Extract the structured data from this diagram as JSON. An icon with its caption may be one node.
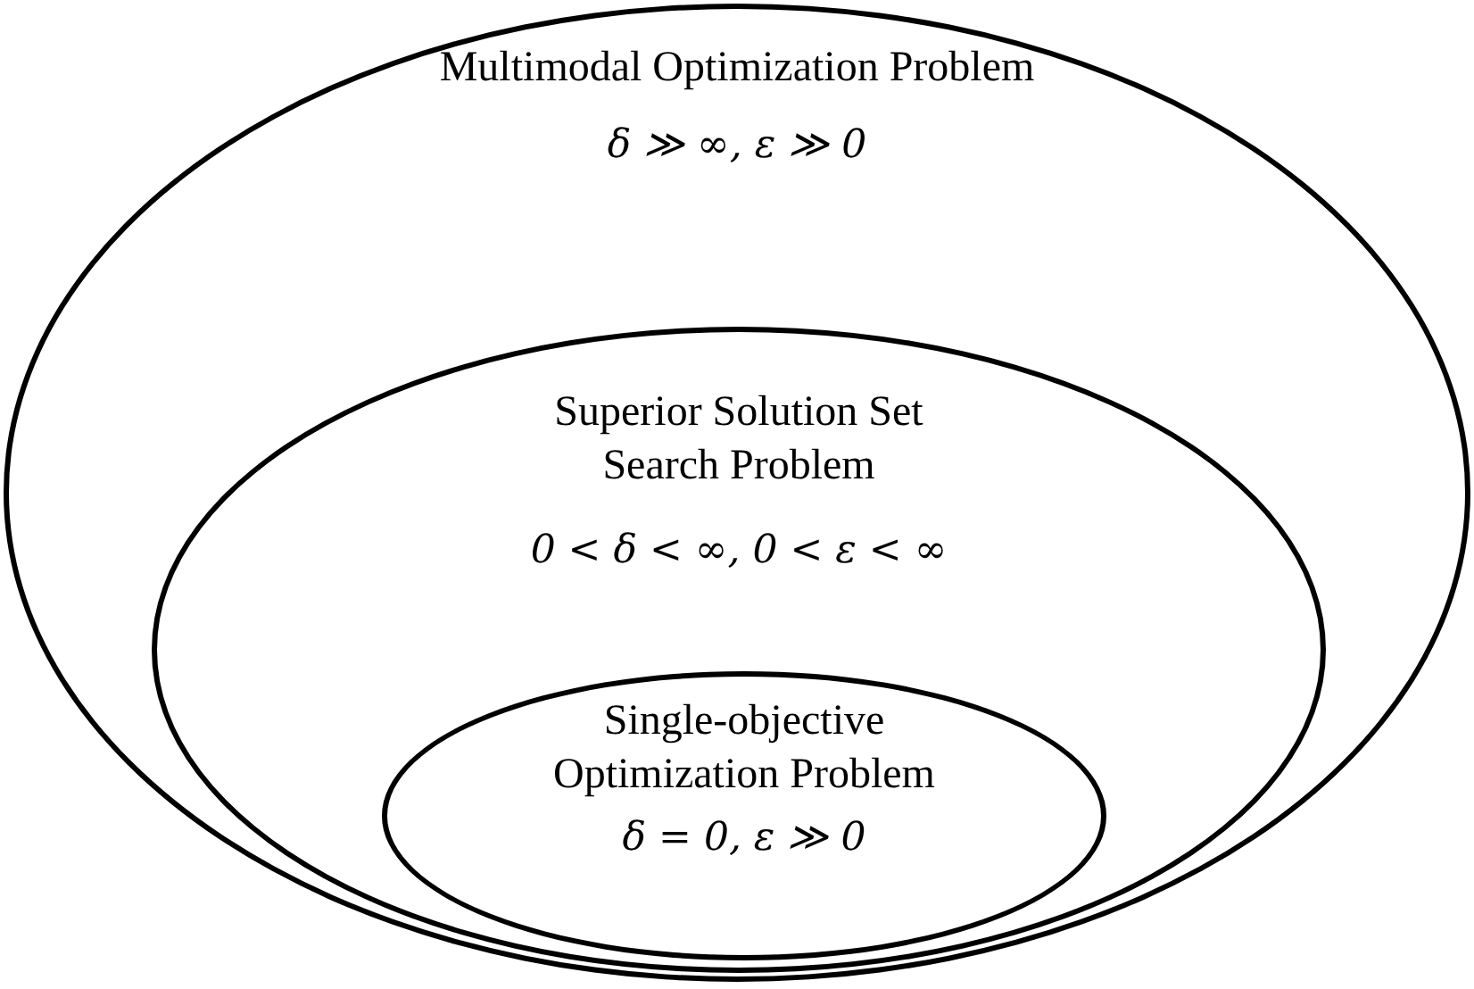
{
  "diagram": {
    "nodes": [
      {
        "text": [
          "Multimodal Optimization Problem",
          "δ ≫ ∞, ε ≫ 0"
        ]
      },
      {
        "text": [
          "Superior Solution Set Search Problem",
          "0 < δ < ∞, 0 < ε < ∞"
        ],
        "in": 0
      },
      {
        "text": [
          "Single-objective Optimization Problem",
          "δ = 0, ε ≫ 0"
        ],
        "in": 1
      }
    ]
  }
}
